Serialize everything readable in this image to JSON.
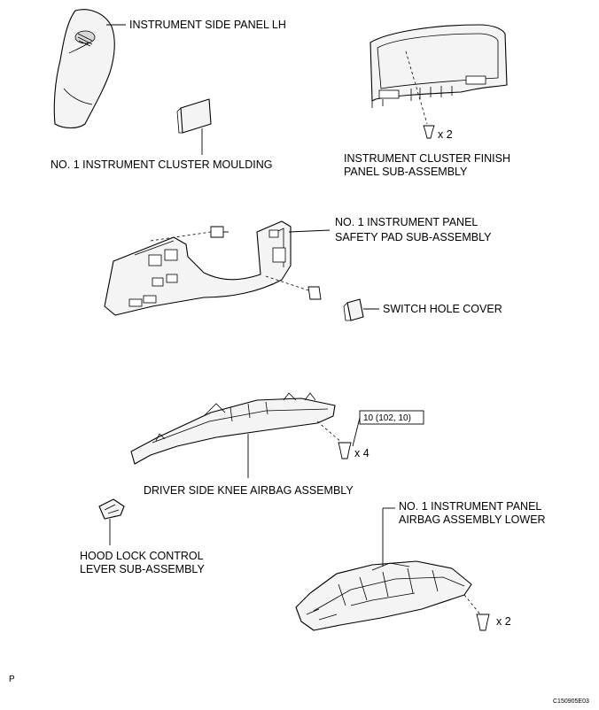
{
  "labels": {
    "side_panel": "INSTRUMENT SIDE PANEL LH",
    "moulding": "NO. 1 INSTRUMENT CLUSTER MOULDING",
    "cluster_finish_1": "INSTRUMENT CLUSTER FINISH",
    "cluster_finish_2": "PANEL SUB-ASSEMBLY",
    "cluster_qty": "x 2",
    "safety_pad_1": "NO. 1 INSTRUMENT PANEL",
    "safety_pad_2": "SAFETY PAD SUB-ASSEMBLY",
    "switch_cover": "SWITCH HOLE COVER",
    "torque": "10 (102, 10)",
    "knee_qty": "x 4",
    "knee_airbag": "DRIVER SIDE KNEE AIRBAG ASSEMBLY",
    "lower_airbag_1": "NO. 1 INSTRUMENT PANEL",
    "lower_airbag_2": "AIRBAG ASSEMBLY LOWER",
    "hood_lock_1": "HOOD LOCK CONTROL",
    "hood_lock_2": "LEVER SUB-ASSEMBLY",
    "lower_qty": "x 2",
    "corner_letter": "P",
    "figure_code": "C150905E03"
  }
}
